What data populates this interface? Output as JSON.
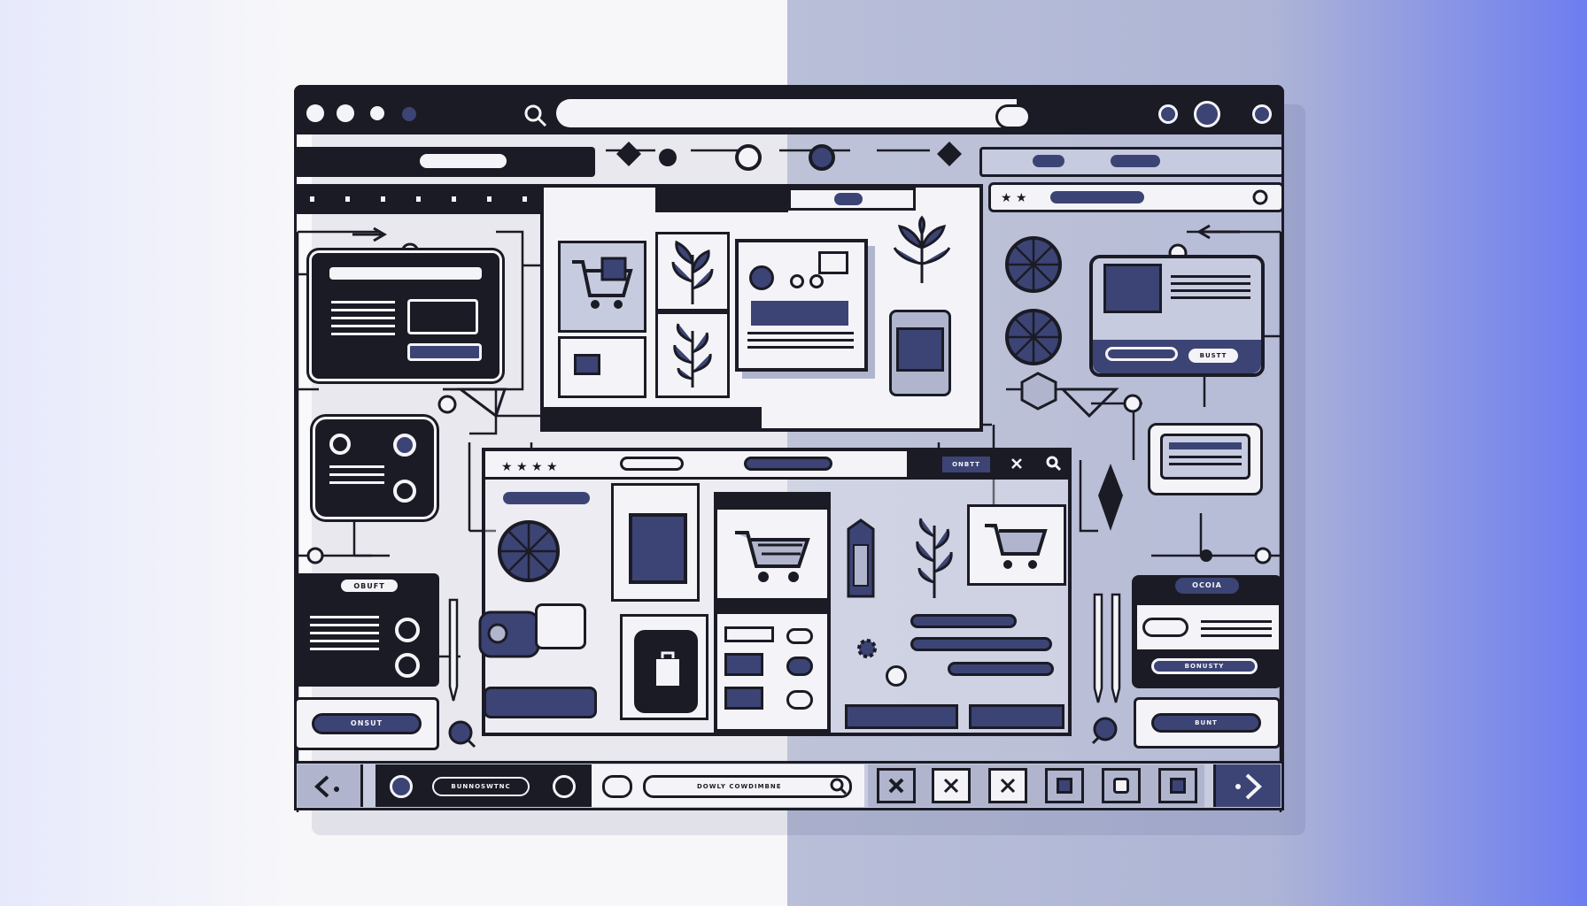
{
  "search": {
    "icon": "search-icon"
  },
  "labels": {
    "card_left_button": "OBUFT",
    "sidebar_button": "ONSUT",
    "card_mid_tab": "ONBTT",
    "right_card_button": "BUSTT",
    "right_panel_title": "OCOIA",
    "right_panel_button": "BONUSTY",
    "right_bottom_button": "BUNT",
    "footer_status": "BUNNOSWTNC",
    "footer_search": "DOWLY COWDIMBNE"
  },
  "colors": {
    "dark": "#1b1b26",
    "navy": "#3c4475",
    "light": "#f4f4f8",
    "accent": "#6d7df0"
  },
  "icons": [
    "search-icon",
    "cart-icon",
    "leaf-icon",
    "close-icon",
    "chevron-left-icon",
    "chevron-right-icon",
    "tag-icon",
    "gear-icon",
    "wheel-icon"
  ]
}
